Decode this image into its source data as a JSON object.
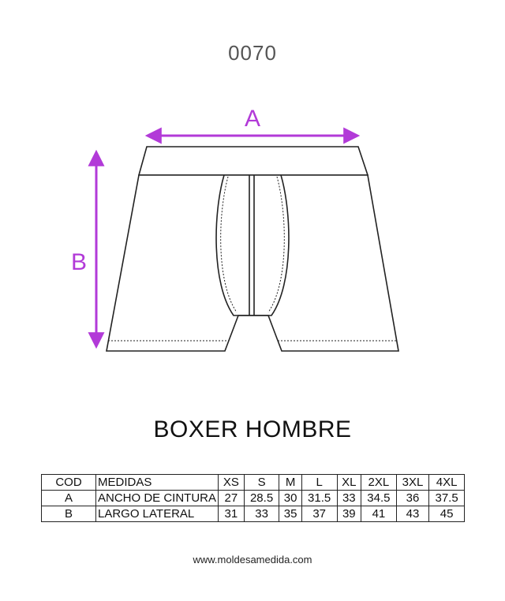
{
  "code": "0070",
  "labels": {
    "a": "A",
    "b": "B"
  },
  "colors": {
    "arrow": "#b23ad8",
    "outline": "#222222"
  },
  "title": "BOXER HOMBRE",
  "table": {
    "header": [
      "COD",
      "MEDIDAS",
      "XS",
      "S",
      "M",
      "L",
      "XL",
      "2XL",
      "3XL",
      "4XL"
    ],
    "rows": [
      [
        "A",
        "ANCHO DE CINTURA",
        "27",
        "28.5",
        "30",
        "31.5",
        "33",
        "34.5",
        "36",
        "37.5"
      ],
      [
        "B",
        "LARGO LATERAL",
        "31",
        "33",
        "35",
        "37",
        "39",
        "41",
        "43",
        "45"
      ]
    ]
  },
  "footer": "www.moldesamedida.com"
}
